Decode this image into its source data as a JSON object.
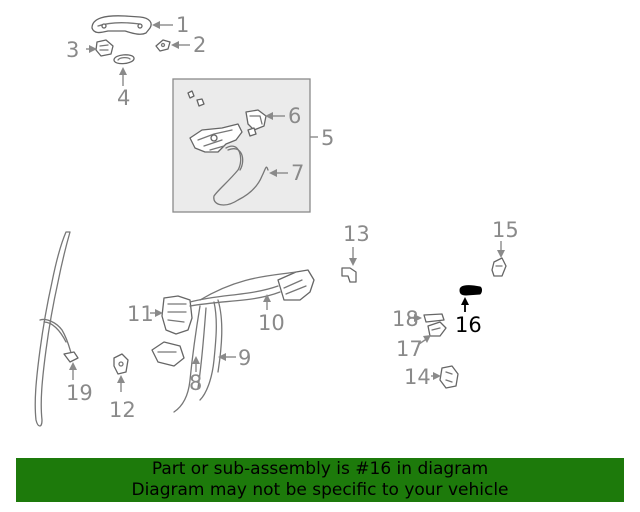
{
  "diagram": {
    "callouts": [
      "1",
      "2",
      "3",
      "4",
      "5",
      "6",
      "7",
      "8",
      "9",
      "10",
      "11",
      "12",
      "13",
      "14",
      "15",
      "16",
      "17",
      "18",
      "19"
    ],
    "highlighted": "16"
  },
  "banner": {
    "line1": "Part or sub-assembly is #16 in diagram",
    "line2": "Diagram may not be specific to your vehicle",
    "color": "#1d7a0b"
  }
}
